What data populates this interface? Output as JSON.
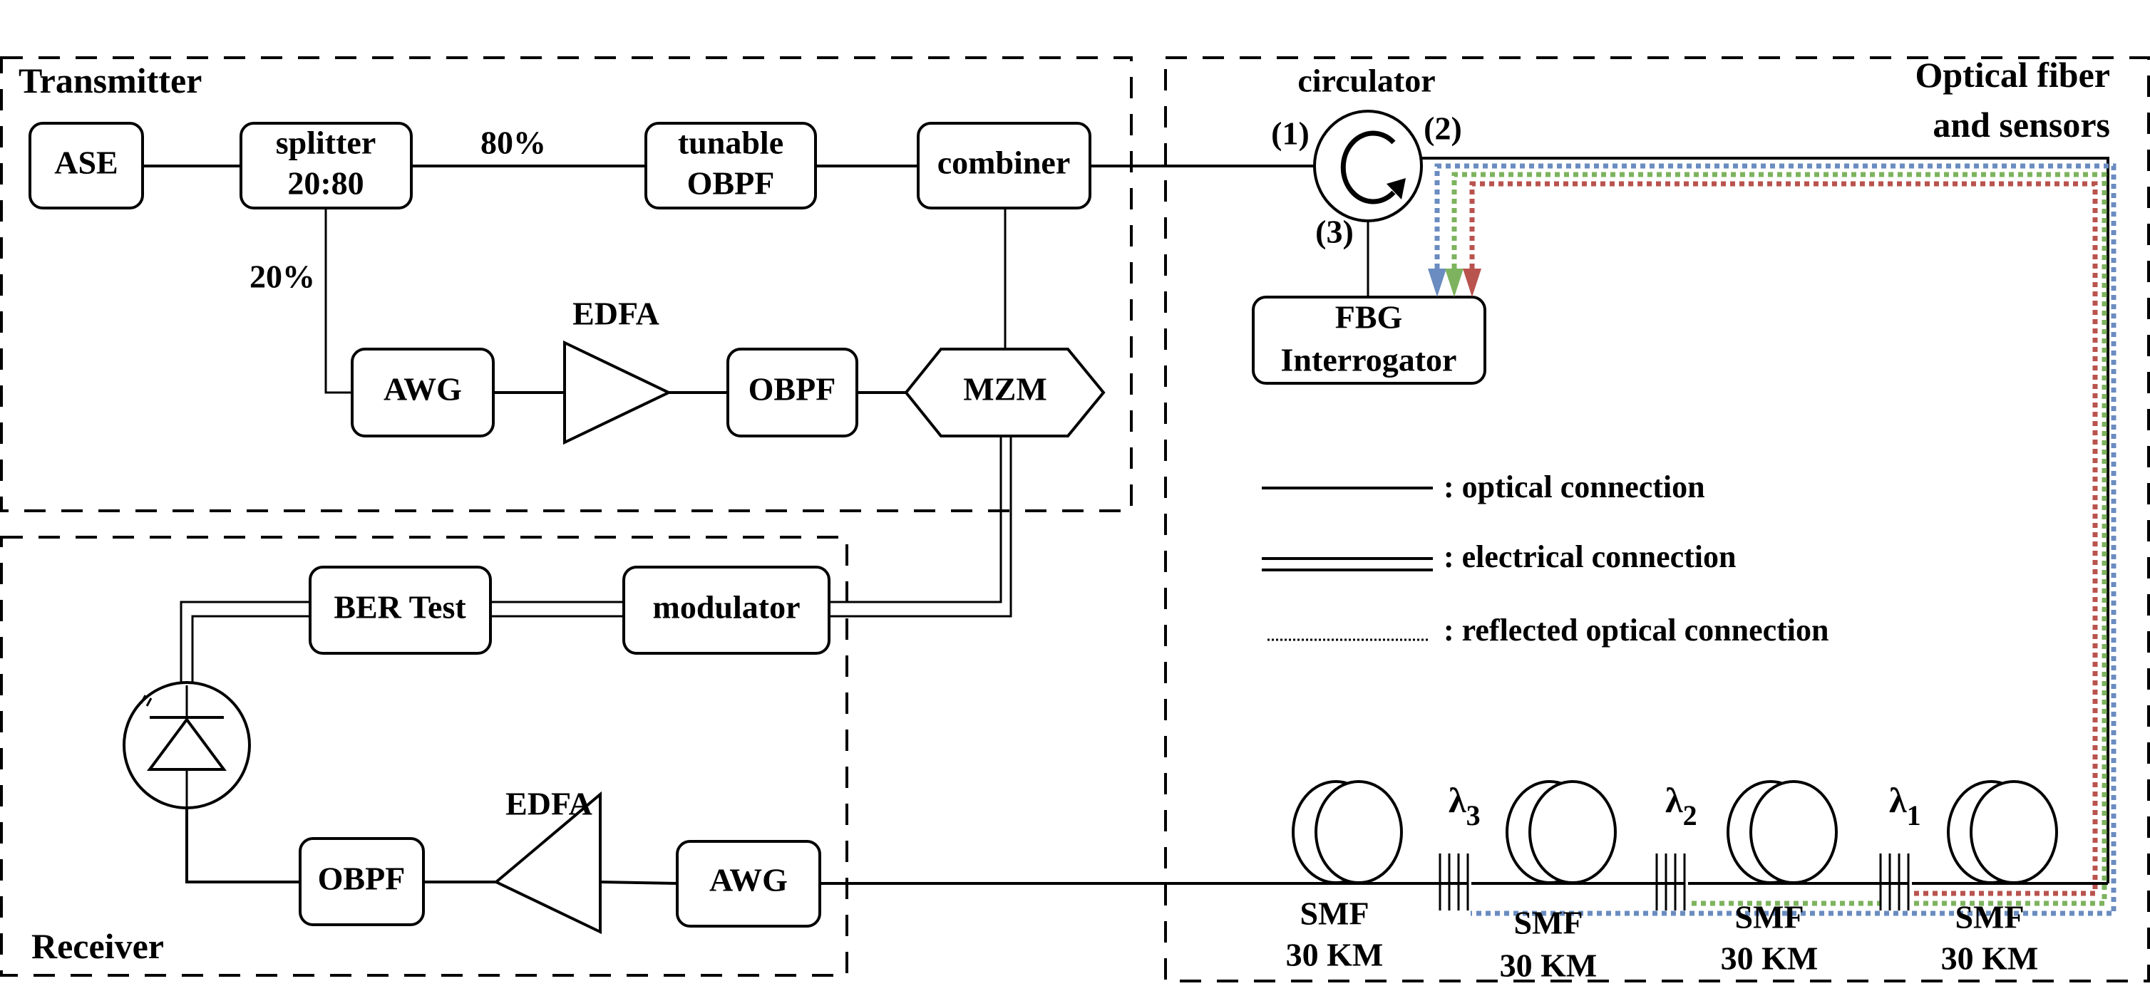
{
  "sections": {
    "transmitter": "Transmitter",
    "receiver": "Receiver",
    "fiber_line1": "Optical fiber",
    "fiber_line2": "and sensors"
  },
  "transmitter": {
    "ase": "ASE",
    "splitter_line1": "splitter",
    "splitter_line2": "20:80",
    "ratio_80": "80%",
    "ratio_20": "20%",
    "tunable_obpf_line1": "tunable",
    "tunable_obpf_line2": "OBPF",
    "combiner": "combiner",
    "awg": "AWG",
    "edfa": "EDFA",
    "obpf": "OBPF",
    "mzm": "MZM"
  },
  "circulator": {
    "label": "circulator",
    "port1": "(1)",
    "port2": "(2)",
    "port3": "(3)"
  },
  "fbg_interrogator": {
    "line1": "FBG",
    "line2": "Interrogator"
  },
  "receiver": {
    "ber_test": "BER Test",
    "modulator": "modulator",
    "obpf": "OBPF",
    "edfa": "EDFA",
    "awg": "AWG"
  },
  "fiber": {
    "spools": [
      {
        "line1": "SMF",
        "line2": "30 KM"
      },
      {
        "line1": "SMF",
        "line2": "30 KM"
      },
      {
        "line1": "SMF",
        "line2": "30 KM"
      },
      {
        "line1": "SMF",
        "line2": "30 KM"
      }
    ],
    "gratings": [
      {
        "symbol": "λ",
        "sub": "3"
      },
      {
        "symbol": "λ",
        "sub": "2"
      },
      {
        "symbol": "λ",
        "sub": "1"
      }
    ]
  },
  "legend": {
    "optical": ": optical connection",
    "electrical": ": electrical connection",
    "reflected": ": reflected optical connection"
  },
  "colors": {
    "reflected_blue": "#6a8cc0",
    "reflected_green": "#7db35e",
    "reflected_red": "#b9534e"
  }
}
